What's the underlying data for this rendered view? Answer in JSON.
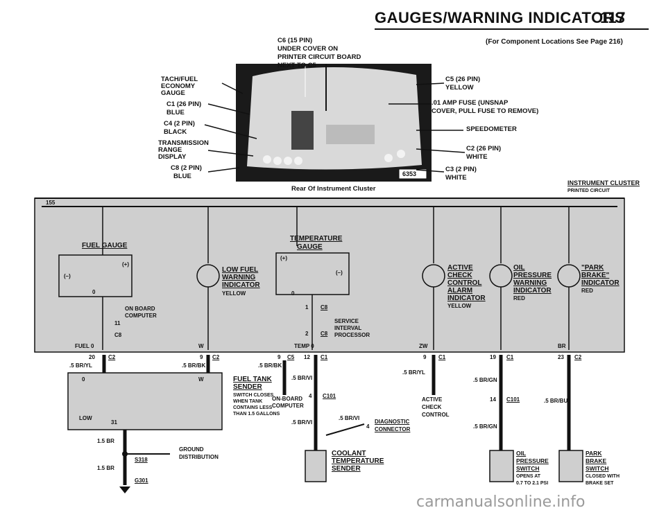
{
  "header": {
    "title": "GAUGES/WARNING INDICATORS",
    "page_number": "117"
  },
  "top": {
    "c6": [
      "C6 (15 PIN)",
      "UNDER COVER ON",
      "PRINTER CIRCUIT BOARD",
      "NEXT TO C5"
    ],
    "ref": "(For Component Locations See Page 216)",
    "left_labels": [
      [
        "TACH/FUEL",
        "ECONOMY",
        "GAUGE"
      ],
      [
        "C1 (26 PIN)",
        "BLUE"
      ],
      [
        "C4 (2 PIN)",
        "BLACK"
      ],
      [
        "TRANSMISSION",
        "RANGE",
        "DISPLAY"
      ],
      [
        "C8 (2 PIN)",
        "BLUE"
      ]
    ],
    "right_labels": [
      [
        "C5 (26 PIN)",
        "YELLOW"
      ],
      [
        ".01 AMP FUSE (UNSNAP",
        "COVER, PULL FUSE TO REMOVE)"
      ],
      [
        "SPEEDOMETER"
      ],
      [
        "C2 (26 PIN)",
        "WHITE"
      ],
      [
        "C3 (2 PIN)",
        "WHITE"
      ]
    ],
    "photo_number": "6353",
    "caption": "Rear Of Instrument Cluster",
    "cluster_title": "INSTRUMENT CLUSTER",
    "cluster_sub": "PRINTED CIRCUIT"
  },
  "cluster": {
    "wire_155": "155",
    "fuel_gauge": "FUEL GAUGE",
    "fuel_plus": "(+)",
    "fuel_minus": "(–)",
    "fuel_zero": "0",
    "temp_gauge": [
      "TEMPERATURE",
      "GAUGE"
    ],
    "temp_plus": "(+)",
    "temp_minus": "(–)",
    "temp_zero": "0",
    "low_fuel": [
      "LOW FUEL",
      "WARNING",
      "INDICATOR"
    ],
    "low_fuel_color": "YELLOW",
    "check_control": [
      "ACTIVE",
      "CHECK",
      "CONTROL",
      "ALARM",
      "INDICATOR"
    ],
    "check_color": "YELLOW",
    "oil": [
      "OIL",
      "PRESSURE",
      "WARNING",
      "INDICATOR"
    ],
    "oil_color": "RED",
    "park": [
      "\"PARK",
      "BRAKE\"",
      "INDICATOR"
    ],
    "park_color": "RED",
    "onboard": [
      "ON BOARD",
      "COMPUTER"
    ],
    "pin_11": "11",
    "c8_a": "C8",
    "service": [
      "SERVICE",
      "INTERVAL",
      "PROCESSOR"
    ],
    "pin_1c8": "1",
    "c8_b": "C8",
    "pin_2c8": "2",
    "c8_c": "C8",
    "fuel_0": "FUEL 0",
    "w_pin": "W",
    "temp_0": "TEMP 0",
    "zw": "ZW",
    "br": "BR"
  },
  "connectors": {
    "p20": "20",
    "c2a": "C2",
    "w20": ".5 BR/YL",
    "p9a": "9",
    "c2b": "C2",
    "w9a": ".5 BR/BK",
    "p9b": "9",
    "c5": "C5",
    "w9b": ".5 BR/BK",
    "p12": "12",
    "c1a": "C1",
    "p9c": "9",
    "c1b": "C1",
    "w9c": ".5 BR/YL",
    "p19": "19",
    "c1c": "C1",
    "w19": ".5 BR/GN",
    "p23": "23",
    "c2c": "C2"
  },
  "lower": {
    "sender_0": "0",
    "sender_w": "W",
    "sender_low": "LOW",
    "sender_31": "31",
    "fuel_tank": [
      "FUEL TANK",
      "SENDER"
    ],
    "switch_note": [
      "SWITCH CLOSES",
      "WHEN TANK",
      "CONTAINS LESS",
      "THAN 1.5 GALLONS"
    ],
    "onboard2": [
      "ON-BOARD",
      "COMPUTER"
    ],
    "brvi1": ".5 BR/VI",
    "p4a": "4",
    "c101a": "C101",
    "brvi2": ".5 BR/VI",
    "brvi3": ".5 BR/VI",
    "p4b": "4",
    "diagnostic": [
      "DIAGNOSTIC",
      "CONNECTOR"
    ],
    "coolant": [
      "COOLANT",
      "TEMPERATURE",
      "SENDER"
    ],
    "active_check": [
      "ACTIVE",
      "CHECK",
      "CONTROL"
    ],
    "p14": "14",
    "c101b": "C101",
    "brbu": ".5 BR/BU",
    "brgn2": ".5 BR/GN",
    "oil_sw": [
      "OIL",
      "PRESSURE",
      "SWITCH"
    ],
    "oil_note": [
      "OPENS AT",
      "0.7 TO 2.1 PSI"
    ],
    "park_sw": [
      "PARK",
      "BRAKE",
      "SWITCH"
    ],
    "park_note": [
      "CLOSED WITH",
      "BRAKE SET"
    ],
    "br15a": "1.5 BR",
    "br15b": "1.5 BR",
    "s318": "S318",
    "g301": "G301",
    "ground": [
      "GROUND",
      "DISTRIBUTION"
    ]
  },
  "watermark": "carmanualsonline.info"
}
